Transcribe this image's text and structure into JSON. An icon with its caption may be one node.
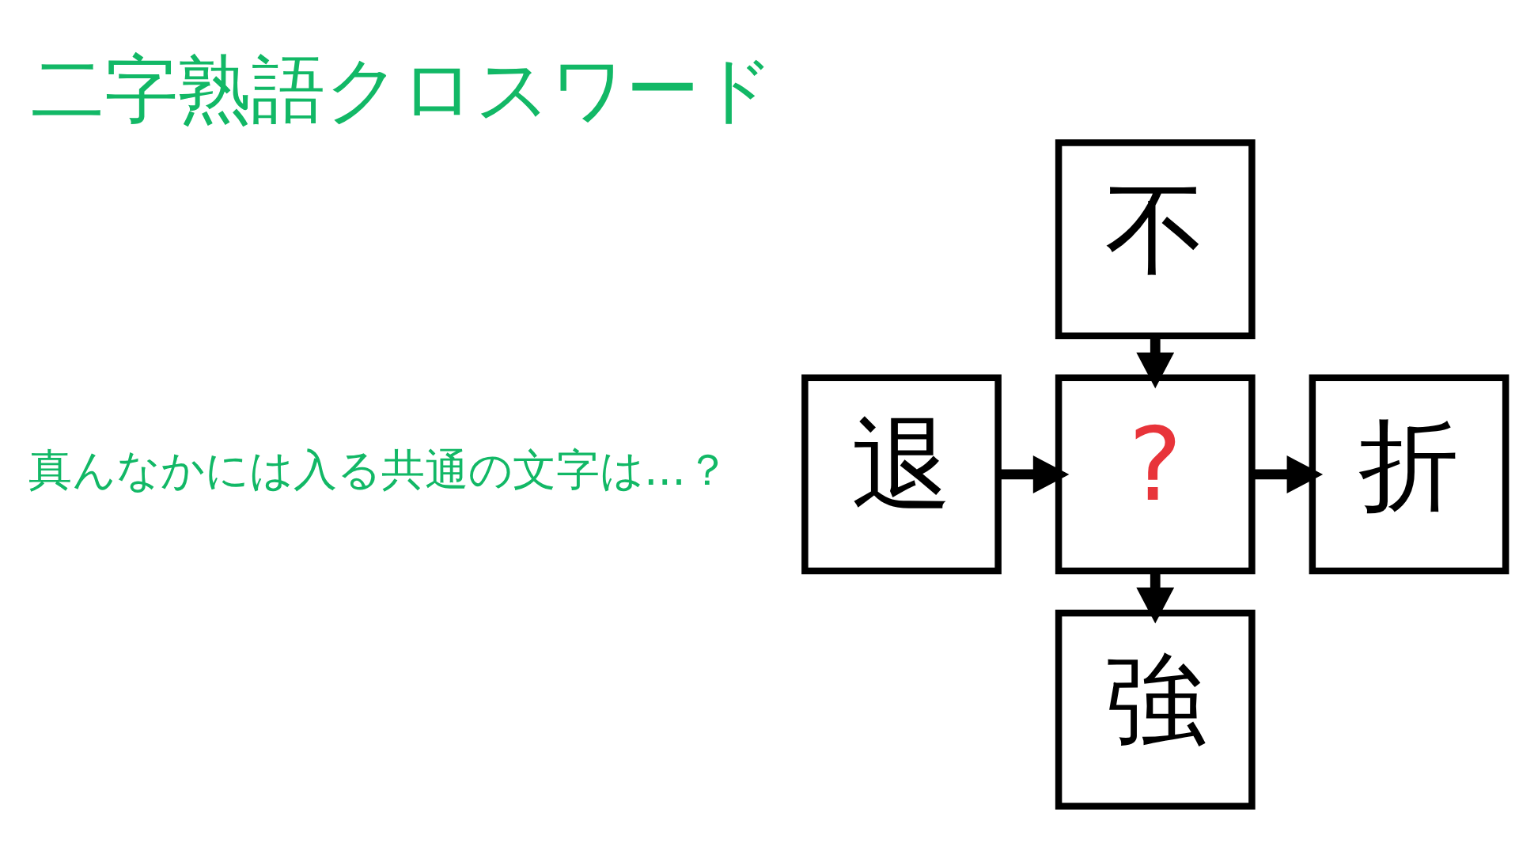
{
  "diagram": {
    "title": "二字熟語クロスワード",
    "nodes": [
      {
        "text": [
          "不"
        ]
      },
      {
        "text": [
          "退"
        ]
      },
      {
        "text": [
          "?"
        ]
      },
      {
        "text": [
          "折"
        ]
      },
      {
        "text": [
          "強"
        ]
      }
    ],
    "edges": [
      {
        "from": 0,
        "to": 2,
        "arrow": "to"
      },
      {
        "from": 1,
        "to": 2,
        "arrow": "to"
      },
      {
        "from": 2,
        "to": 3,
        "arrow": "to"
      },
      {
        "from": 2,
        "to": 4,
        "arrow": "to"
      }
    ],
    "labels": [
      "真んなかには入る共通の文字は...？"
    ]
  }
}
